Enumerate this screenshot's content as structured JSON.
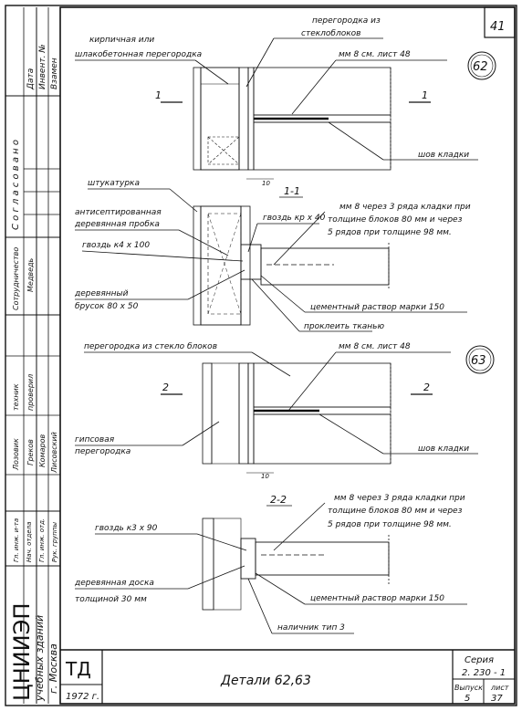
{
  "page_number": "41",
  "detail_62": {
    "marker": "62",
    "callout_partition": "перегородка  из",
    "callout_partition_2": "стеклоблоков",
    "callout_left": "кирпичная    или",
    "callout_left_2": "шлакобетонная   перегородка",
    "callout_mm": "мм 8     см.  лист 48",
    "callout_seam": "шов  кладки",
    "section_mark": "1",
    "dim": "10"
  },
  "section_1_1": {
    "title": "1-1",
    "stucco": "штукатурка",
    "antiseptic": "антисептированная",
    "antiseptic_2": "деревянная  пробка",
    "nail_a": "гвоздь  кр х 40",
    "nail_b": "гвоздь  к4 х 100",
    "note_1": "мм 8 через  3 ряда  кладки  при",
    "note_2": "толщине  блоков  80 мм  и  через",
    "note_3": "5 рядов    при  толщине  98 мм.",
    "bar_1": "деревянный",
    "bar_2": "брусок  80 х 50",
    "mortar": "цементный  раствор  марки  150",
    "caulk": "проклеить  тканью"
  },
  "detail_63": {
    "marker": "63",
    "callout_partition": "перегородка    из  стекло блоков",
    "callout_mm": "мм  8      см.  лист  48",
    "gypsum_1": "гипсовая",
    "gypsum_2": "перегородка",
    "callout_seam": "шов  кладки",
    "section_mark": "2",
    "dim": "10"
  },
  "section_2_2": {
    "title": "2-2",
    "note_1": "мм  8    через  3 ряда  кладки  при",
    "note_2": "толщине  блоков  80 мм  и  через",
    "note_3": "5 рядов   при  толщине   98 мм.",
    "nail": "гвоздь       к3 х 90",
    "board_1": "деревянная   доска",
    "board_2": "толщиной     30 мм",
    "mortar": "цементный  раствор  марки  150",
    "casing": "наличник   тип 3"
  },
  "side_stamp": {
    "org": "ЦНИИЭП",
    "org_2": "учебных  зданий",
    "city": "г.  Москва",
    "col_date": "Дата",
    "col_inv": "Инвент. №",
    "col_rep": "Взамен",
    "approved": "С о г л а с о в а н о",
    "role_1": "Сотрудничество",
    "name_1": "Медведь",
    "role_2": "техник",
    "name_2": "Греков",
    "role_3": "проверил",
    "name_3": "Комаров",
    "role_4": "Лозовик",
    "name_4": "Лисовский",
    "role_5": "Гл. инж. и-та",
    "role_6": "Нач. отдела",
    "role_7": "Гл. инж. отд.",
    "role_8": "Рук. группы"
  },
  "title_block": {
    "td": "ТД",
    "year": "1972 г.",
    "title": "Детали   62,63",
    "series_label": "Серия",
    "series": "2. 230 - 1",
    "issue_label": "Выпуск",
    "issue": "5",
    "sheet_label": "лист",
    "sheet": "37"
  }
}
